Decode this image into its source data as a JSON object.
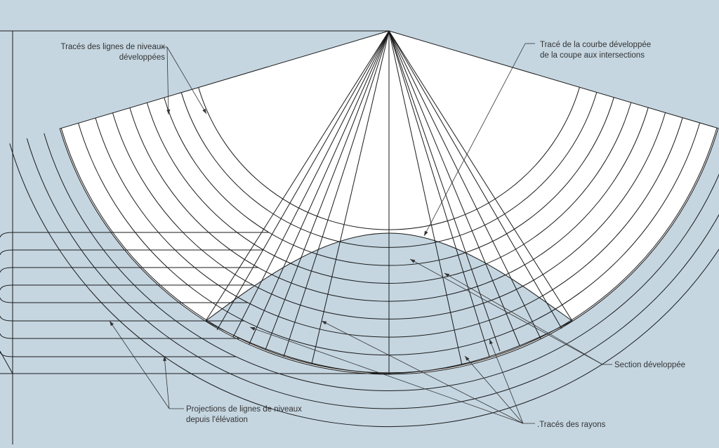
{
  "colors": {
    "background": "#c5d6e1",
    "fan_fill": "#ffffff",
    "section_fill": "#c5d6e1",
    "line": "#1a1a1a",
    "annotation_line": "#333333",
    "text": "#333333"
  },
  "annotations": {
    "level_lines_developed": {
      "line1": "Tracés des lignes de niveaux",
      "line2": "développées"
    },
    "developed_curve": {
      "line1": "Tracé de la courbe développée",
      "line2": "de la coupe aux intersections"
    },
    "developed_section": {
      "line1": "Section développée"
    },
    "level_projections": {
      "line1": "Projections de lignes de niveaux",
      "line2": "depuis l'élévation"
    },
    "rays": {
      "line1": ".Tracés des rayons"
    }
  }
}
